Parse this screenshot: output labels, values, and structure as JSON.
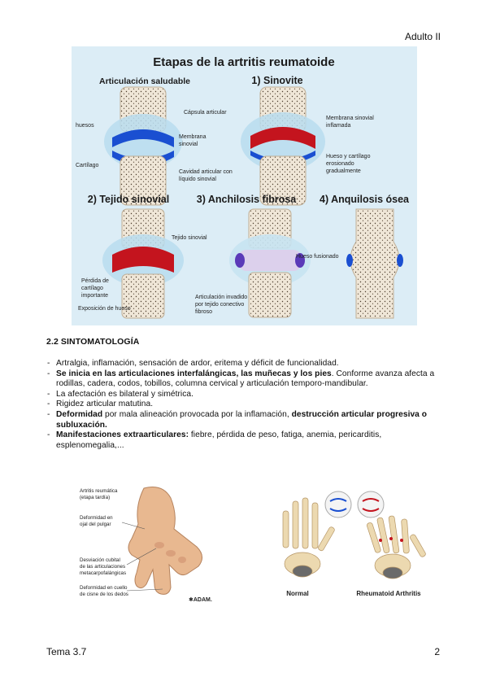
{
  "header": {
    "course": "Adulto II"
  },
  "footer": {
    "topic": "Tema 3.7",
    "page": "2"
  },
  "figure_joints": {
    "title": "Etapas de la artritis reumatoide",
    "stage_healthy": "Articulación  saludable",
    "stage_1": "1) Sinovite",
    "stage_2": "2) Tejido sinovial",
    "stage_3": "3) Anchilosis fibrosa",
    "stage_4": "4) Anquilosis ósea",
    "labels": {
      "huesos": "huesos",
      "capsula": "Cápsula articular",
      "membrana_1": "Membrana",
      "membrana_2": "sinovial",
      "cartilago": "Cartílago",
      "cavidad_1": "Cavidad articular con",
      "cavidad_2": "líquido sinovial",
      "memb_infl_1": "Membrana sinovial",
      "memb_infl_2": "inflamada",
      "hueso_cart_1": "Hueso y cartílago",
      "hueso_cart_2": "erosionado",
      "hueso_cart_3": "gradualmente",
      "tejido": "Tejido sinovial",
      "perdida_1": "Pérdida de",
      "perdida_2": "cartílago",
      "perdida_3": "importante",
      "exposicion": "Exposición de hueso",
      "invadido_1": "Articulación invadido",
      "invadido_2": "por tejido conectivo",
      "invadido_3": "fibroso",
      "fusionado": "Hueso fusionado"
    }
  },
  "section": {
    "heading": "2.2 SINTOMATOLOGÍA",
    "items": [
      {
        "plain": " Artralgia, inflamación, sensación de ardor, eritema y déficit de funcionalidad."
      },
      {
        "bold": "Se inicia en las articulaciones interfalángicas, las muñecas y los pies",
        "plain": ". Conforme avanza afecta a rodillas, cadera, codos, tobillos, columna cervical y articulación temporo-mandibular."
      },
      {
        "plain": "La afectación es bilateral y simétrica."
      },
      {
        "plain": "Rigidez articular matutina."
      },
      {
        "bold_lead": "Deformidad",
        "plain": " por mala alineación provocada por la inflamación, ",
        "bold": "destrucción articular progresiva o subluxación."
      },
      {
        "bold_lead": "Manifestaciones extraarticulares:",
        "plain": " fiebre, pérdida de peso, fatiga, anemia, pericarditis, esplenomegalia,..."
      }
    ]
  },
  "figure_hand": {
    "label_1a": "Artritis reumática",
    "label_1b": "(etapa tardía)",
    "label_2a": "Deformidad en",
    "label_2b": "ojal del pulgar",
    "label_3a": "Desviación cubital",
    "label_3b": "de las articulaciones",
    "label_3c": "metacarpofalángicas",
    "label_4a": "Deformidad en cuello",
    "label_4b": "de cisne de los dedos",
    "logo": "✱ADAM."
  },
  "figure_xray": {
    "caption_normal": "Normal",
    "caption_ra": "Rheumatoid Arthritis"
  },
  "colors": {
    "bone": "#ede3d3",
    "cartilage_blue": "#1a4fd1",
    "inflamed_red": "#c4141e",
    "panel_bg": "#dcedf6"
  }
}
